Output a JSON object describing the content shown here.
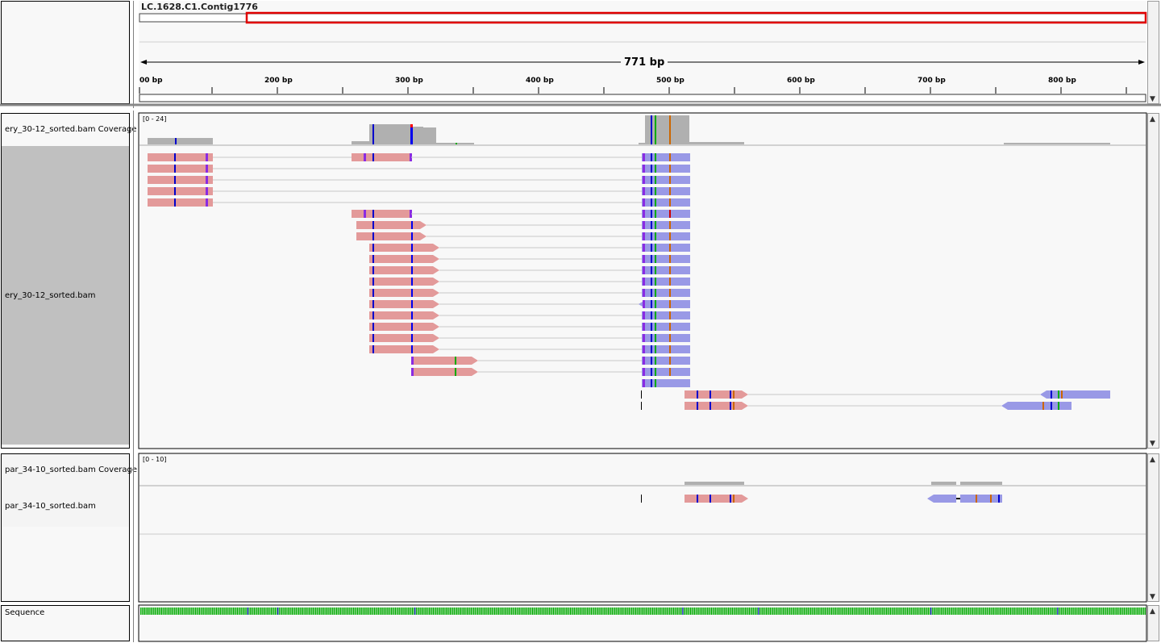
{
  "header": {
    "contig": "LC.1628.C1.Contig1776",
    "span_label": "771 bp",
    "ticks": [
      {
        "label": "00 bp"
      },
      {
        "label": "200 bp"
      },
      {
        "label": "300 bp"
      },
      {
        "label": "400 bp"
      },
      {
        "label": "500 bp"
      },
      {
        "label": "600 bp"
      },
      {
        "label": "700 bp"
      },
      {
        "label": "800 bp"
      }
    ]
  },
  "tracks": {
    "ery_coverage_label": "ery_30-12_sorted.bam Coverage",
    "ery_coverage_range": "[0 - 24]",
    "ery_reads_label": "ery_30-12_sorted.bam",
    "par_coverage_label": "par_34-10_sorted.bam Coverage",
    "par_coverage_range": "[0 - 10]",
    "par_reads_label": "par_34-10_sorted.bam",
    "sequence_label": "Sequence"
  },
  "colors": {
    "forward_read": "#e39a9a",
    "reverse_read": "#9999e6",
    "coverage": "#b0b0b0",
    "locus_box": "#e00000"
  }
}
